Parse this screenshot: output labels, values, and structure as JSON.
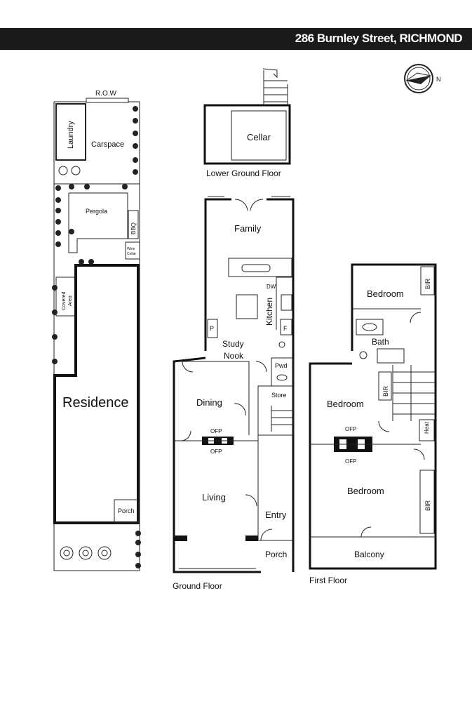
{
  "header": {
    "address": "286 Burnley Street, RICHMOND"
  },
  "compass": {
    "north_label": "N"
  },
  "site_plan": {
    "row": "R.O.W",
    "laundry": "Laundry",
    "carspace": "Carspace",
    "pergola": "Pergola",
    "bbq": "BBQ",
    "wine_cellar_1": "Wine",
    "wine_cellar_2": "Cellar",
    "covered_area_1": "Covered",
    "covered_area_2": "Area",
    "residence": "Residence",
    "porch": "Porch"
  },
  "lower_ground": {
    "cellar": "Cellar",
    "caption": "Lower Ground Floor"
  },
  "ground_floor": {
    "family": "Family",
    "dw": "DW",
    "kitchen": "Kitchen",
    "p": "P",
    "f": "F",
    "study_1": "Study",
    "study_2": "Nook",
    "pwd": "Pwd",
    "store": "Store",
    "dining": "Dining",
    "ofp_top": "OFP",
    "ofp_bottom": "OFP",
    "living": "Living",
    "entry": "Entry",
    "porch": "Porch",
    "caption": "Ground Floor"
  },
  "first_floor": {
    "bedroom_top": "Bedroom",
    "bir_top": "BIR",
    "bath": "Bath",
    "bir_mid": "BIR",
    "bedroom_mid": "Bedroom",
    "ofp_top": "OFP",
    "ofp_bottom": "OFP",
    "heat": "Heat",
    "bedroom_bottom": "Bedroom",
    "bir_bottom": "BIR",
    "balcony": "Balcony",
    "caption": "First Floor"
  }
}
